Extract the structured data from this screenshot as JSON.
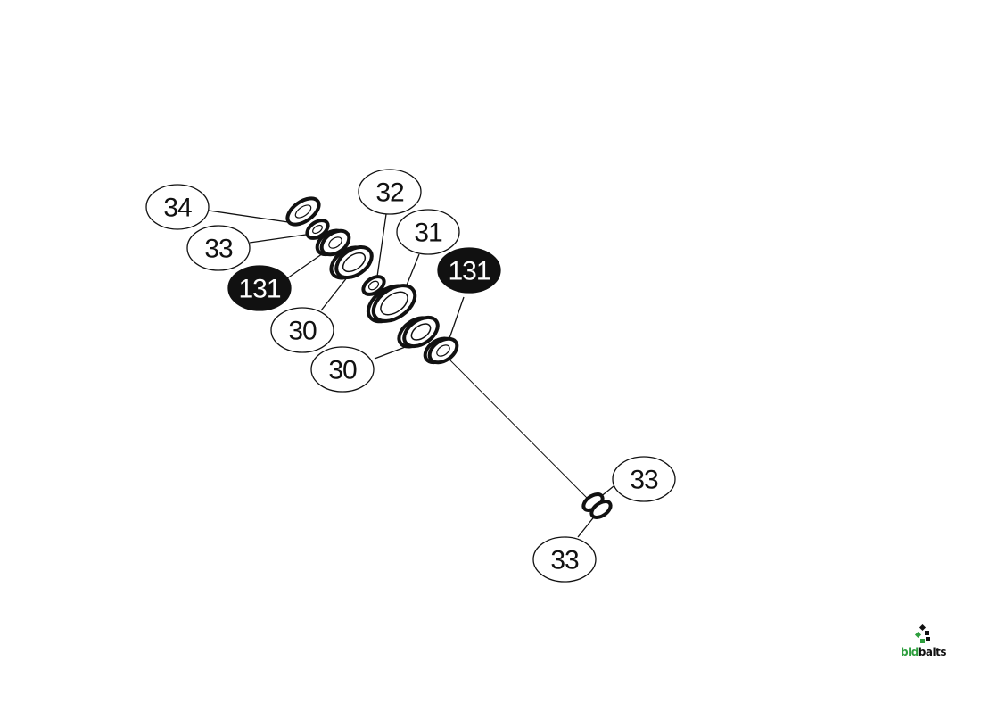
{
  "diagram": {
    "callouts": [
      {
        "label": "34",
        "filled": false
      },
      {
        "label": "33",
        "filled": false
      },
      {
        "label": "131",
        "filled": true
      },
      {
        "label": "30",
        "filled": false
      },
      {
        "label": "30",
        "filled": false
      },
      {
        "label": "32",
        "filled": false
      },
      {
        "label": "31",
        "filled": false
      },
      {
        "label": "131",
        "filled": true
      },
      {
        "label": "33",
        "filled": false
      },
      {
        "label": "33",
        "filled": false
      }
    ]
  },
  "logo": {
    "prefix": "bid",
    "suffix": "baits",
    "green": "#2e9e3e"
  }
}
